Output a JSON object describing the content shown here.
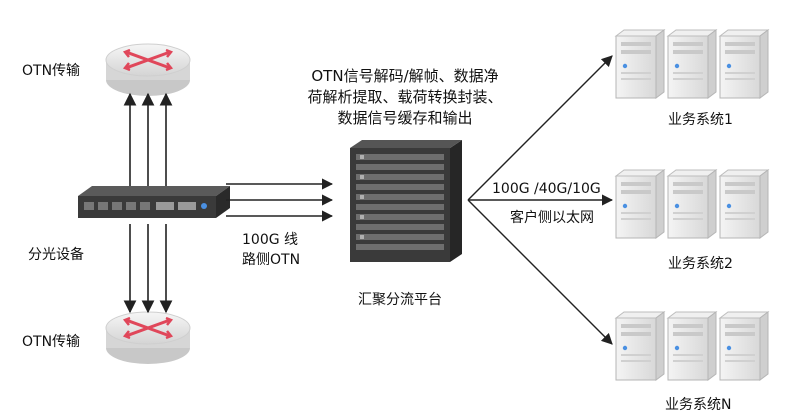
{
  "left": {
    "otn_top_label": "OTN传输",
    "otn_bottom_label": "OTN传输",
    "splitter_label": "分光设备",
    "line_label_1": "100G 线",
    "line_label_2": "路侧OTN"
  },
  "center": {
    "description_lines": [
      "OTN信号解码/解帧、数据净",
      "荷解析提取、载荷转换封装、",
      "数据信号缓存和输出"
    ],
    "platform_label": "汇聚分流平台"
  },
  "right": {
    "client_label_1": "100G /40G/10G",
    "client_label_2": "客户侧以太网",
    "systems": [
      "业务系统1",
      "业务系统2",
      "业务系统N"
    ]
  },
  "colors": {
    "router_fill": "#e6e6e6",
    "router_cross": "#e0475a",
    "server_fill": "#ededed",
    "server_accent": "#4a90e2",
    "chassis": "#3a3a3a",
    "arrow": "#222222"
  }
}
